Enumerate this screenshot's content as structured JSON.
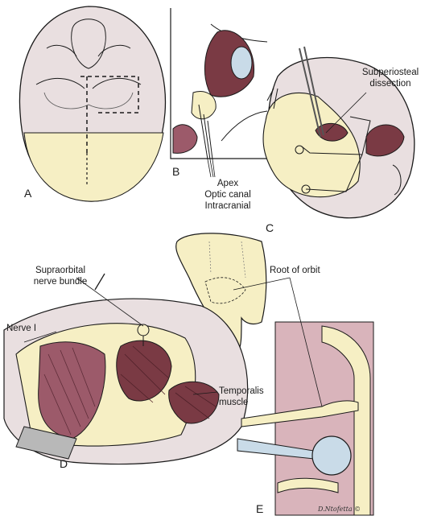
{
  "panels": {
    "A": {
      "letter": "A"
    },
    "B": {
      "letter": "B",
      "labels": [
        "Apex",
        "Optic canal",
        "Intracranial"
      ]
    },
    "C": {
      "letter": "C",
      "labels": [
        "Subperiosteal",
        "dissection"
      ]
    },
    "D": {
      "letter": "D",
      "labels": [
        "Supraorbital",
        "nerve bundle",
        "Nerve I",
        "Temporalis",
        "muscle"
      ]
    },
    "E": {
      "letter": "E",
      "labels": [
        "Root of orbit"
      ]
    }
  },
  "signature": "D.Ntofetta ©",
  "colors": {
    "skin": "#e9dfe0",
    "bone": "#f6efc4",
    "brain": "#9c5a6a",
    "muscle": "#7a3a44",
    "orbit_bg": "#d9b4bb",
    "eye": "#c9dbe8",
    "outline": "#1a1a1a"
  }
}
